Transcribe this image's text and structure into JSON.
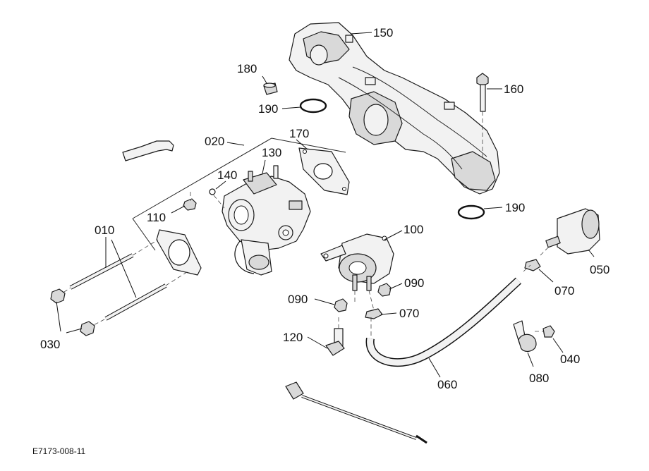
{
  "figure_id": "E7173-008-11",
  "callouts": {
    "c010": "010",
    "c020": "020",
    "c030": "030",
    "c040": "040",
    "c050": "050",
    "c060": "060",
    "c070a": "070",
    "c070b": "070",
    "c080": "080",
    "c090a": "090",
    "c090b": "090",
    "c100": "100",
    "c110": "110",
    "c120": "120",
    "c130": "130",
    "c140": "140",
    "c150": "150",
    "c160": "160",
    "c170": "170",
    "c180": "180",
    "c190a": "190",
    "c190b": "190"
  }
}
